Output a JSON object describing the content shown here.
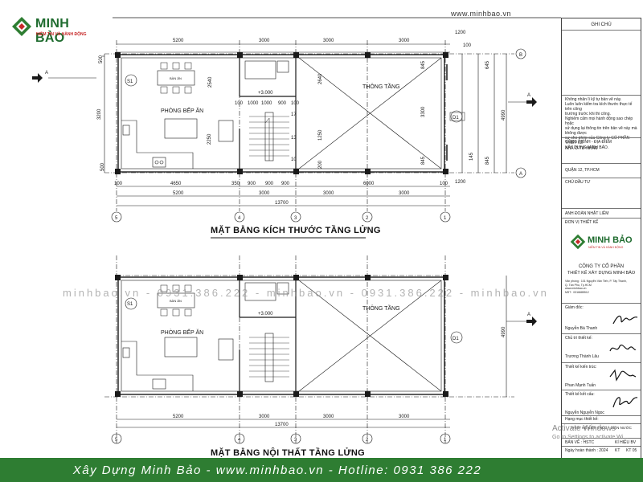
{
  "brand": {
    "name": "MINH BẢO",
    "tagline": "NIỀM TIN VÀ HÀNH ĐỘNG",
    "site_url": "www.minhbao.vn"
  },
  "drawing_titles": {
    "top": "MẶT BẰNG KÍCH THƯỚC TẦNG LỬNG",
    "bottom": "MẶT BẰNG NỘI THẤT TẦNG LỬNG"
  },
  "room_labels": {
    "kitchen": "PHÒNG BẾP ĂN",
    "dining_table": "BÀN ĂN",
    "void": "THÔNG TẦNG",
    "level": "+3.000",
    "s1": "S1",
    "d1": "D1"
  },
  "grid_axes": {
    "numbers": [
      "5",
      "4",
      "3",
      "2",
      "1"
    ],
    "letters": [
      "B",
      "A"
    ],
    "section_mark": "A"
  },
  "dimensions": {
    "top_row": [
      "5200",
      "3000",
      "3000",
      "3000"
    ],
    "inner_top": [
      "100",
      "1000",
      "1000",
      "900",
      "100"
    ],
    "bottom_row_detail": [
      "100",
      "4650",
      "350",
      "900",
      "900",
      "900",
      "6000",
      "100"
    ],
    "bottom_row": [
      "5200",
      "3000",
      "3000",
      "3000"
    ],
    "total": "13700",
    "left_vertical": [
      "500",
      "3200",
      "500"
    ],
    "inner_vertical": [
      "2540",
      "2250",
      "2640",
      "1250",
      "200"
    ],
    "right_vertical": [
      "845",
      "3300",
      "845",
      "4990",
      "645",
      "845",
      "145",
      "1200"
    ],
    "right_top": [
      "1200",
      "100"
    ],
    "stair_numbers": [
      "17",
      "13",
      "10"
    ],
    "bottom_total_dims": [
      "5200",
      "3000",
      "3000",
      "3000"
    ],
    "bottom_right_vertical": "4990"
  },
  "title_block": {
    "notes_header": "GHI CHÚ",
    "notes_text": [
      "Không nhân lì kỹ tự bản vẽ này.",
      "Luôn luôn kiểm tra kích thước thực tế trên công",
      "trường trước khi thi công.",
      "Nghiêm cấm mọi hành động sao chép hoặc",
      "sử dụng lại thông tin trên bản vẽ này mà không được",
      "sự cho phép của Công ty CỔ PHẦN THIẾT KẾ",
      "XÂY DỰNG MINH BẢO."
    ],
    "project_label": "CÔNG TRÌNH - ĐỊA ĐIỂM",
    "project_name": "NHÀ Ở TƯ NHÂN",
    "location": "QUẬN 12, TP.HCM",
    "investor_label": "CHỦ ĐẦU TƯ",
    "investor_name": "ANH ĐOÀN NHẬT LIÊM",
    "design_unit_label": "ĐƠN VỊ THIẾT KẾ",
    "company_line1": "CÔNG TY CỔ PHẦN",
    "company_line2": "THIẾT KẾ XÂY DỰNG MINH BẢO",
    "company_address": [
      "Văn phòng : 101 Nguyễn Văn Tiến, P. Tây Thạnh,",
      "Q. Tân Phú, Tp.HCM",
      "www.minhbao.vn",
      "MST : 0316685512"
    ],
    "director_label": "Giám đốc:",
    "director_name": "Nguyễn Bá Thanh",
    "design_lead_label": "Chủ trì thiết kế:",
    "design_lead_name": "Trương Thành Lâu",
    "architect_label": "Thiết kế kiến trúc:",
    "architect_name": "Phan Mạnh Tuấn",
    "structure_label": "Thiết kế kết cấu:",
    "structure_name": "Nguyễn Nguyễn Ngọc",
    "item_label": "Hạng mục thiết kế:",
    "item_value": "THIẾT KẾ KIẾN TRÚC - ĐIỆN NƯỚC",
    "sheet_label": "BẢN VẼ : HSTC",
    "symbol_label": "KÍ HIỆU BV",
    "date_label": "Ngày hoàn thành : 2024",
    "sheet_code": "KT",
    "sheet_no": "KT 05"
  },
  "watermark": "minhbao.vn - 0931.386.222 - minhbao.vn - 0931.386.222 - minhbao.vn",
  "activation": {
    "line1": "Activate Windows",
    "line2": "Go to Settings to activate Wi..."
  },
  "footer": {
    "text": "Xây Dựng Minh Bảo - www.minhbao.vn - Hotline: 0931 386 222"
  },
  "colors": {
    "brand_green": "#2e7d32",
    "brand_red": "#c62828",
    "line": "#1a1a1a"
  }
}
